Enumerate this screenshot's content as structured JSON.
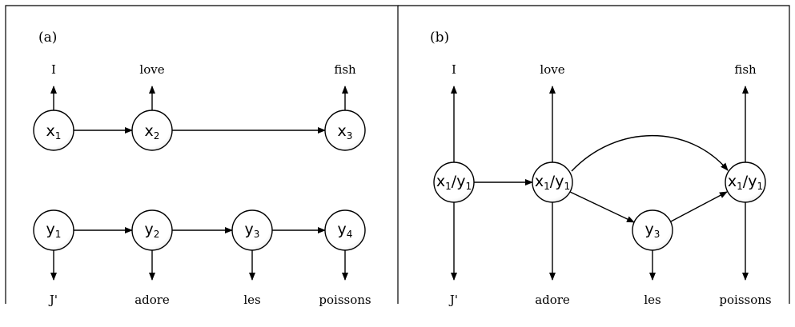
{
  "colors": {
    "stroke": "#000000",
    "node_fill": "#ffffff",
    "node_shadow": "#e6e6e6",
    "background": "#ffffff"
  },
  "panel_a": {
    "tag": "(a)",
    "source_words": {
      "w1": "I",
      "w2": "love",
      "w3": "fish"
    },
    "target_words": {
      "w1": "J'",
      "w2": "adore",
      "w3": "les",
      "w4": "poissons"
    },
    "nodes": {
      "x1": {
        "main": "x",
        "sub": "1"
      },
      "x2": {
        "main": "x",
        "sub": "2"
      },
      "x3": {
        "main": "x",
        "sub": "3"
      },
      "y1": {
        "main": "y",
        "sub": "1"
      },
      "y2": {
        "main": "y",
        "sub": "2"
      },
      "y3": {
        "main": "y",
        "sub": "3"
      },
      "y4": {
        "main": "y",
        "sub": "4"
      }
    }
  },
  "panel_b": {
    "tag": "(b)",
    "source_words": {
      "w1": "I",
      "w2": "love",
      "w3": "fish"
    },
    "target_words": {
      "w1": "J'",
      "w2": "adore",
      "w3": "les",
      "w4": "poissons"
    },
    "nodes": {
      "n1": {
        "x": "x",
        "xsub": "1",
        "slash": "/",
        "y": "y",
        "ysub": "1"
      },
      "n2": {
        "x": "x",
        "xsub": "1",
        "slash": "/",
        "y": "y",
        "ysub": "1"
      },
      "n3": {
        "x": "x",
        "xsub": "1",
        "slash": "/",
        "y": "y",
        "ysub": "1"
      },
      "y3": {
        "main": "y",
        "sub": "3"
      }
    }
  }
}
